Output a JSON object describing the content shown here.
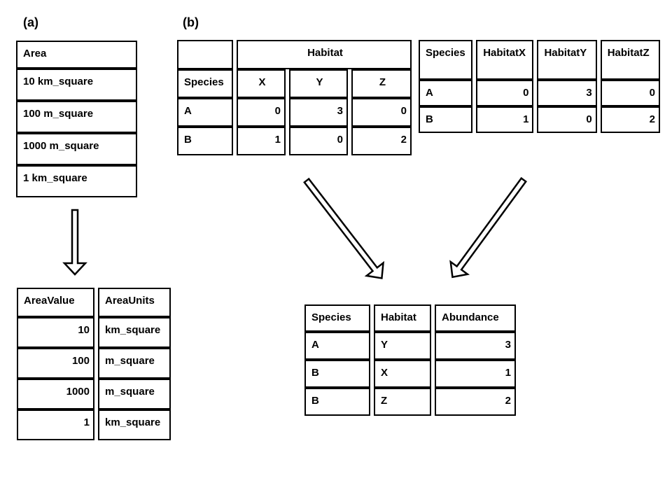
{
  "panels": {
    "a_label": "(a)",
    "b_label": "(b)"
  },
  "table_area_single": {
    "header": "Area",
    "rows": [
      "10 km_square",
      "100 m_square",
      "1000 m_square",
      "1 km_square"
    ]
  },
  "table_area_tidy": {
    "headers": [
      "AreaValue",
      "AreaUnits"
    ],
    "rows": [
      [
        "10",
        "km_square"
      ],
      [
        "100",
        "m_square"
      ],
      [
        "1000",
        "m_square"
      ],
      [
        "1",
        "km_square"
      ]
    ]
  },
  "table_habitat_wide": {
    "group_header": "Habitat",
    "headers": [
      "Species",
      "X",
      "Y",
      "Z"
    ],
    "rows": [
      [
        "A",
        "0",
        "3",
        "0"
      ],
      [
        "B",
        "1",
        "0",
        "2"
      ]
    ]
  },
  "table_habitat_columns": {
    "headers": [
      "Species",
      "HabitatX",
      "HabitatY",
      "HabitatZ"
    ],
    "rows": [
      [
        "A",
        "0",
        "3",
        "0"
      ],
      [
        "B",
        "1",
        "0",
        "2"
      ]
    ]
  },
  "table_tidy": {
    "headers": [
      "Species",
      "Habitat",
      "Abundance"
    ],
    "rows": [
      [
        "A",
        "Y",
        "3"
      ],
      [
        "B",
        "X",
        "1"
      ],
      [
        "B",
        "Z",
        "2"
      ]
    ]
  },
  "icons": {
    "down_arrow": "hollow-down-arrow",
    "diag_left_arrow": "hollow-diagonal-arrow-down-right",
    "diag_right_arrow": "hollow-diagonal-arrow-down-left"
  },
  "colors": {
    "border": "#000000",
    "background": "#ffffff",
    "text": "#000000"
  }
}
